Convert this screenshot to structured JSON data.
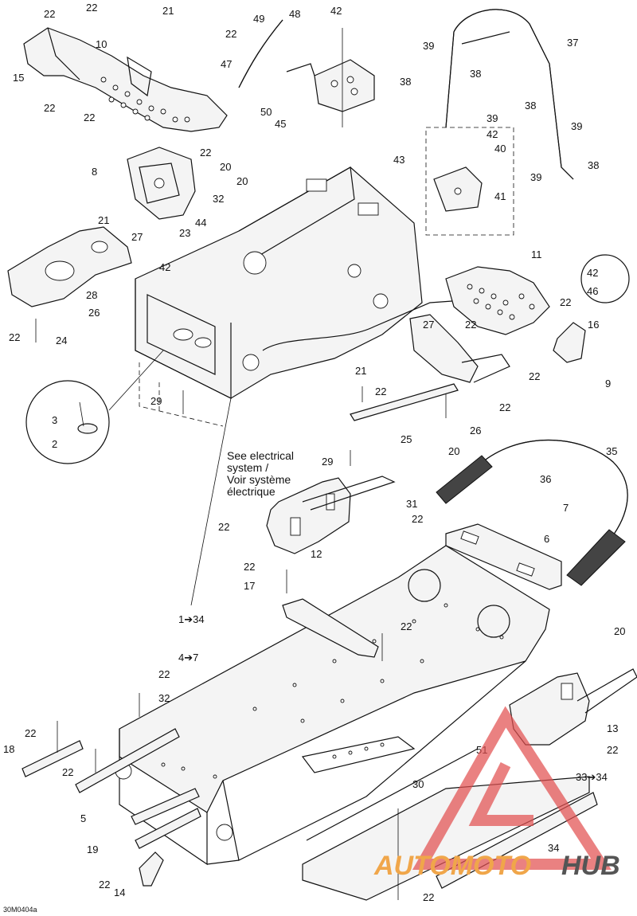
{
  "diagram": {
    "code": "30M0404a",
    "note": [
      "See electrical",
      "system /",
      "Voir système",
      "électrique"
    ],
    "callouts": [
      "22",
      "22",
      "10",
      "21",
      "22",
      "15",
      "22",
      "22",
      "49",
      "48",
      "47",
      "50",
      "45",
      "42",
      "37",
      "39",
      "38",
      "38",
      "39",
      "38",
      "39",
      "39",
      "38",
      "8",
      "20",
      "20",
      "22",
      "43",
      "42",
      "40",
      "41",
      "32",
      "44",
      "21",
      "27",
      "23",
      "42",
      "28",
      "26",
      "22",
      "24",
      "11",
      "42",
      "46",
      "16",
      "22",
      "27",
      "22",
      "21",
      "22",
      "22",
      "9",
      "22",
      "3",
      "2",
      "29",
      "25",
      "26",
      "29",
      "20",
      "35",
      "36",
      "7",
      "22",
      "31",
      "22",
      "12",
      "6",
      "22",
      "17",
      "1➔34",
      "22",
      "4➔7",
      "20",
      "22",
      "32",
      "13",
      "22",
      "18",
      "22",
      "22",
      "51",
      "33➔34",
      "30",
      "5",
      "19",
      "34",
      "22",
      "14",
      "22"
    ]
  },
  "watermark": {
    "brand_part1": "AUTOMOTO",
    "brand_part2": "HUB",
    "color_triangle": "#e25050",
    "color_part1": "#f0a64a",
    "color_part2": "#555555"
  }
}
